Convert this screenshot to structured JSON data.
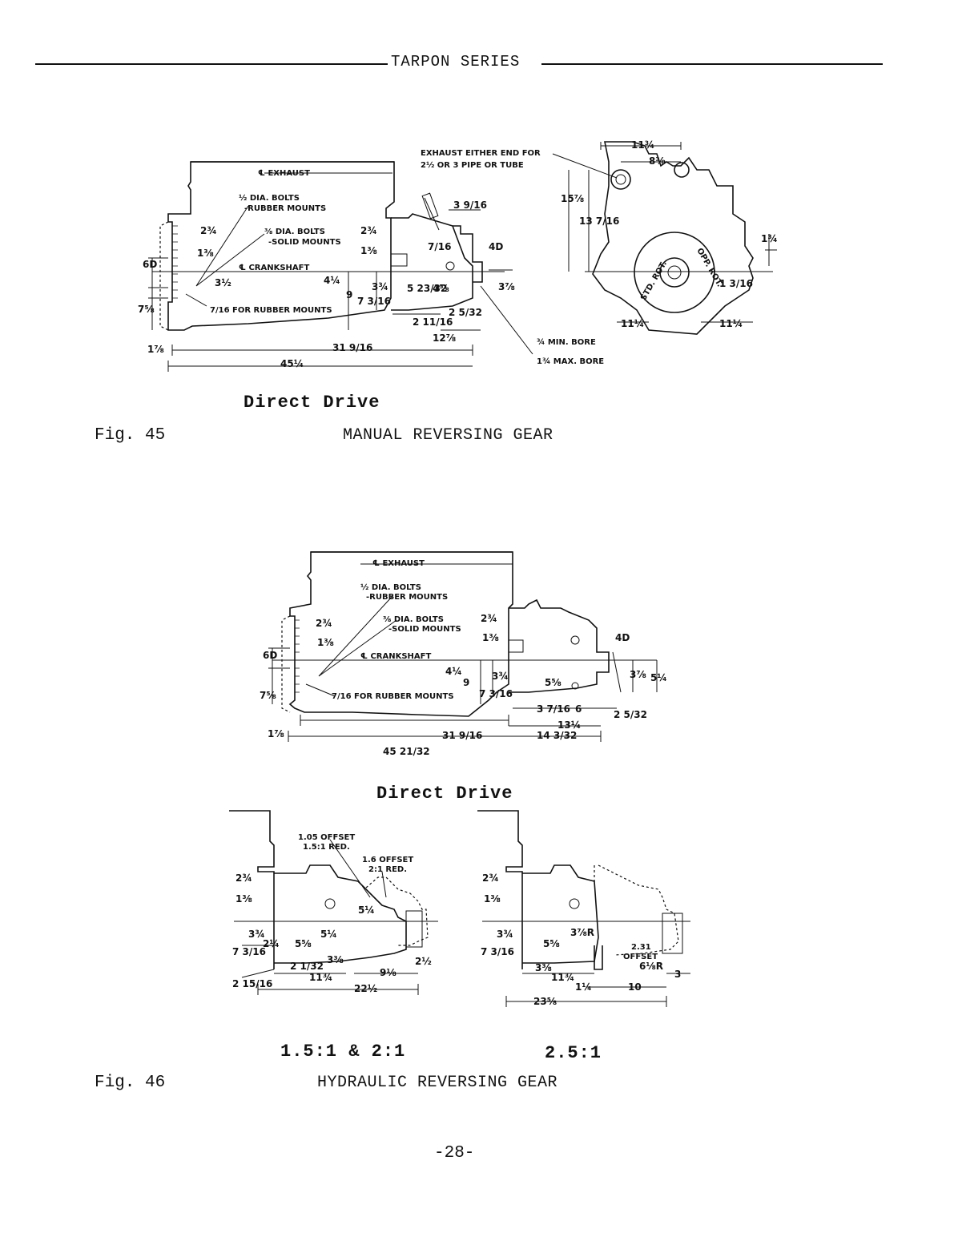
{
  "header": {
    "title": "TARPON SERIES"
  },
  "fig45": {
    "diagram": {
      "exhaust_note_line1": "EXHAUST EITHER END FOR",
      "exhaust_note_line2": "2½ OR 3 PIPE OR TUBE",
      "cl_exhaust": "℄ EXHAUST",
      "bolts_rubber_line1": "½ DIA. BOLTS",
      "bolts_rubber_line2": "-RUBBER MOUNTS",
      "bolts_solid_line1": "⅜ DIA. BOLTS",
      "bolts_solid_line2": "-SOLID MOUNTS",
      "cl_crankshaft": "℄ CRANKSHAFT",
      "for_rubber_mounts": "7/16 FOR RUBBER MOUNTS",
      "min_bore": "¾ MIN. BORE",
      "max_bore": "1¾ MAX. BORE",
      "std_rot": "STD. ROT.",
      "opp_rot": "OPP. ROT.",
      "dims": [
        "6D",
        "7⅝",
        "1⅞",
        "2¾",
        "1⅜",
        "3½",
        "4¼",
        "9",
        "7 3/16",
        "3¾",
        "2¾",
        "1⅜",
        "7/16",
        "3 9/16",
        "4D",
        "5 23/32",
        "4⅝",
        "2 5/32",
        "2 11/16",
        "12⅞",
        "3⅞",
        "31 9/16",
        "45¼",
        "11¾",
        "8⅜",
        "15⅞",
        "13 7/16",
        "1¾",
        "1 3/16",
        "11¼",
        "11¼"
      ]
    },
    "caption": "Direct Drive",
    "fig_label": "Fig. 45",
    "title": "MANUAL REVERSING GEAR"
  },
  "fig46": {
    "diagram_main": {
      "cl_exhaust": "℄ EXHAUST",
      "bolts_rubber_line1": "½ DIA. BOLTS",
      "bolts_rubber_line2": "-RUBBER MOUNTS",
      "bolts_solid_line1": "⅜ DIA. BOLTS",
      "bolts_solid_line2": "-SOLID MOUNTS",
      "cl_crankshaft": "℄ CRANKSHAFT",
      "for_rubber_mounts": "7/16 FOR RUBBER MOUNTS",
      "dims": [
        "6D",
        "7⅝",
        "1⅞",
        "2¾",
        "1⅜",
        "4¼",
        "9",
        "3¾",
        "7 3/16",
        "2¾",
        "1⅜",
        "5⅝",
        "3 7/16",
        "6",
        "13¼",
        "2 5/32",
        "4D",
        "3⅞",
        "5¼",
        "31 9/16",
        "14 3/32",
        "45 21/32"
      ]
    },
    "caption_direct": "Direct Drive",
    "diagram_left": {
      "offset1_line1": "1.05 OFFSET",
      "offset1_line2": "1.5:1 RED.",
      "offset2_line1": "1.6 OFFSET",
      "offset2_line2": "2:1 RED.",
      "dims": [
        "2¾",
        "1⅜",
        "5¼",
        "3¾",
        "7 3/16",
        "2¼",
        "5⅝",
        "5¼",
        "3⅜",
        "2 15/16",
        "2 1/32",
        "11¾",
        "9⅛",
        "2½",
        "22½"
      ]
    },
    "diagram_right": {
      "offset_line1": "2.31",
      "offset_line2": "OFFSET",
      "dims": [
        "2¾",
        "1⅜",
        "3¾",
        "7 3/16",
        "5⅝",
        "3⅞R",
        "6⅛R",
        "3",
        "3⅜",
        "11¾",
        "1¼",
        "10",
        "23⅝"
      ]
    },
    "caption_left": "1.5:1 & 2:1",
    "caption_right": "2.5:1",
    "fig_label": "Fig. 46",
    "title": "HYDRAULIC REVERSING GEAR"
  },
  "footer": {
    "page_number": "-28-"
  }
}
